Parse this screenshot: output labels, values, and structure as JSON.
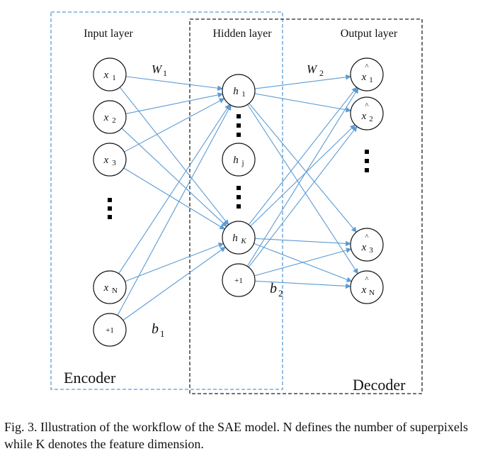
{
  "layers": {
    "input": "Input layer",
    "hidden": "Hidden layer",
    "output": "Output layer"
  },
  "blocks": {
    "encoder": "Encoder",
    "decoder": "Decoder"
  },
  "nodes": {
    "input": [
      {
        "base": "x",
        "sub": "1"
      },
      {
        "base": "x",
        "sub": "2"
      },
      {
        "base": "x",
        "sub": "3"
      },
      {
        "base": "x",
        "sub": "N"
      }
    ],
    "input_bias": "+1",
    "hidden": [
      {
        "base": "h",
        "sub": "1"
      },
      {
        "base": "h",
        "sub": "j"
      },
      {
        "base": "h",
        "sub": "K"
      }
    ],
    "hidden_bias": "+1",
    "output": [
      {
        "hat": "^",
        "base": "x",
        "sub": "1"
      },
      {
        "hat": "^",
        "base": "x",
        "sub": "2"
      },
      {
        "hat": "^",
        "base": "x",
        "sub": "3"
      },
      {
        "hat": "^",
        "base": "x",
        "sub": "N"
      }
    ]
  },
  "params": {
    "w1": {
      "base": "W",
      "sub": "1"
    },
    "w2": {
      "base": "W",
      "sub": "2"
    },
    "b1": {
      "base": "b",
      "sub": "1"
    },
    "b2": {
      "base": "b",
      "sub": "2"
    }
  },
  "colors": {
    "edge": "#5b9bd5",
    "encoder_border": "#5b9bd5",
    "decoder_border": "#222222",
    "node_stroke": "#111111"
  },
  "caption": "Fig. 3.  Illustration of the workflow of the SAE model. N defines the number of superpixels while K denotes the feature dimension."
}
